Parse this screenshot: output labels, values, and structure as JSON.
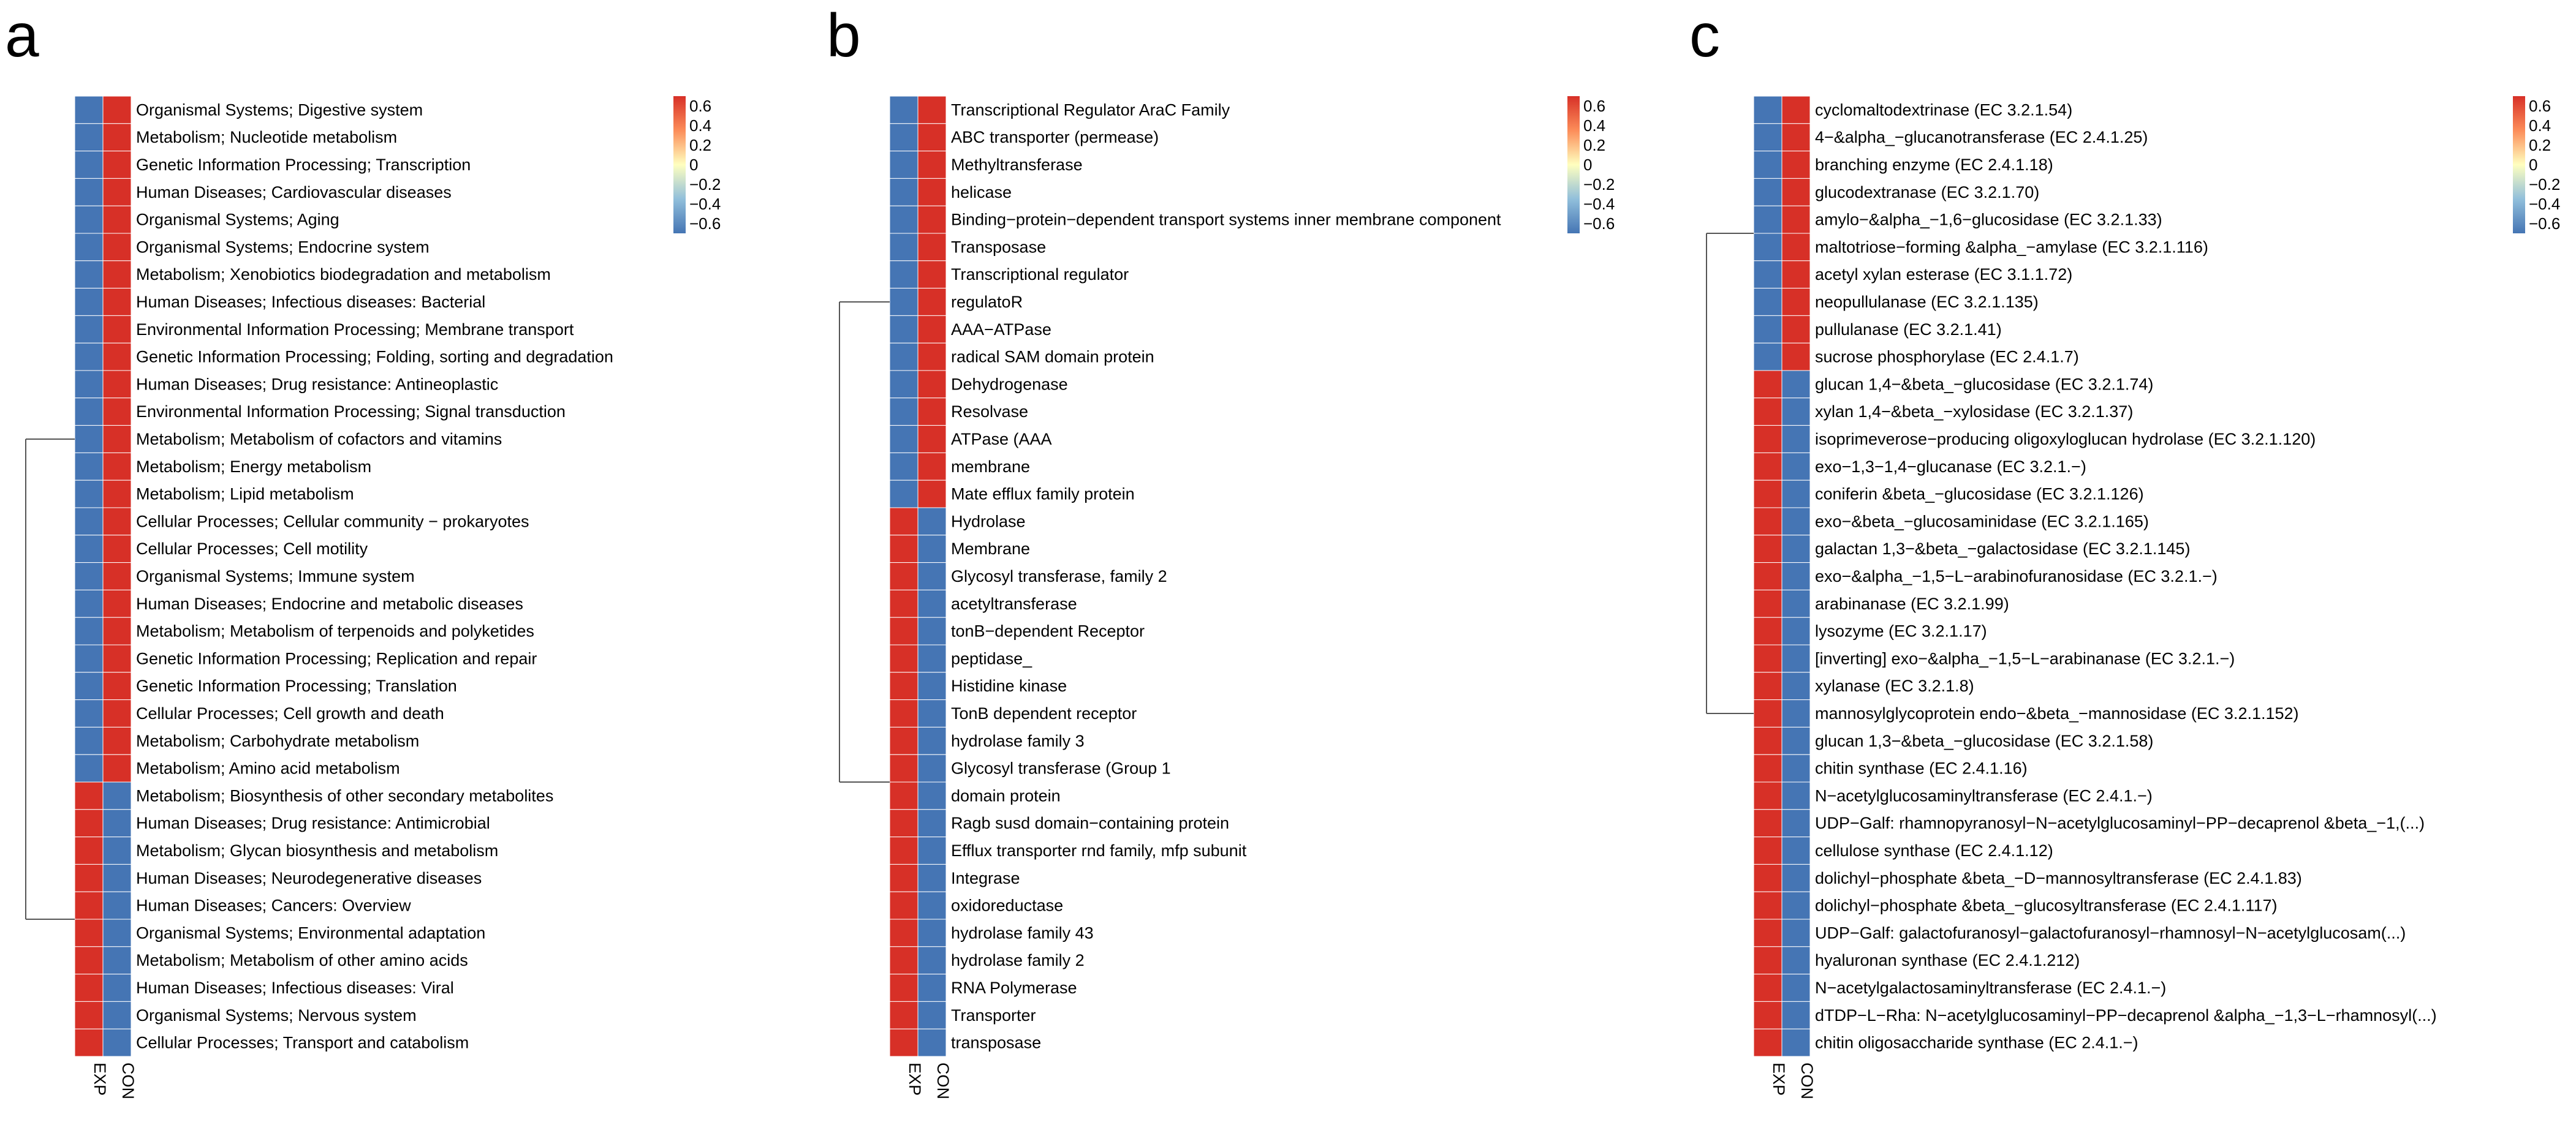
{
  "colors": {
    "high": "#D73027",
    "mid": "#FFFFBF",
    "low": "#4575B4",
    "dendrogram": "#555555",
    "text": "#000000"
  },
  "chart_data": [
    {
      "type": "heatmap",
      "panel_label": "a",
      "columns": [
        "EXP",
        "CON"
      ],
      "rows": [
        "Organismal Systems; Digestive system",
        "Metabolism; Nucleotide metabolism",
        "Genetic Information Processing; Transcription",
        "Human Diseases; Cardiovascular diseases",
        "Organismal Systems; Aging",
        "Organismal Systems; Endocrine system",
        "Metabolism; Xenobiotics biodegradation and metabolism",
        "Human Diseases; Infectious diseases: Bacterial",
        "Environmental Information Processing; Membrane transport",
        "Genetic Information Processing; Folding, sorting and degradation",
        "Human Diseases; Drug resistance: Antineoplastic",
        "Environmental Information Processing; Signal transduction",
        "Metabolism; Metabolism of cofactors and vitamins",
        "Metabolism; Energy metabolism",
        "Metabolism; Lipid metabolism",
        "Cellular Processes; Cellular community − prokaryotes",
        "Cellular Processes; Cell motility",
        "Organismal Systems; Immune system",
        "Human Diseases; Endocrine and metabolic diseases",
        "Metabolism; Metabolism of terpenoids and polyketides",
        "Genetic Information Processing; Replication and repair",
        "Genetic Information Processing; Translation",
        "Cellular Processes; Cell growth and death",
        "Metabolism; Carbohydrate metabolism",
        "Metabolism; Amino acid metabolism",
        "Metabolism; Biosynthesis of other secondary metabolites",
        "Human Diseases; Drug resistance: Antimicrobial",
        "Metabolism; Glycan biosynthesis and metabolism",
        "Human Diseases; Neurodegenerative diseases",
        "Human Diseases; Cancers: Overview",
        "Organismal Systems; Environmental adaptation",
        "Metabolism; Metabolism of other amino acids",
        "Human Diseases; Infectious diseases: Viral",
        "Organismal Systems; Nervous system",
        "Cellular Processes; Transport and catabolism"
      ],
      "values": [
        [
          -0.7,
          0.7
        ],
        [
          -0.7,
          0.7
        ],
        [
          -0.7,
          0.7
        ],
        [
          -0.7,
          0.7
        ],
        [
          -0.7,
          0.7
        ],
        [
          -0.7,
          0.7
        ],
        [
          -0.7,
          0.7
        ],
        [
          -0.7,
          0.7
        ],
        [
          -0.7,
          0.7
        ],
        [
          -0.7,
          0.7
        ],
        [
          -0.7,
          0.7
        ],
        [
          -0.7,
          0.7
        ],
        [
          -0.7,
          0.7
        ],
        [
          -0.7,
          0.7
        ],
        [
          -0.7,
          0.7
        ],
        [
          -0.7,
          0.7
        ],
        [
          -0.7,
          0.7
        ],
        [
          -0.7,
          0.7
        ],
        [
          -0.7,
          0.7
        ],
        [
          -0.7,
          0.7
        ],
        [
          -0.7,
          0.7
        ],
        [
          -0.7,
          0.7
        ],
        [
          -0.7,
          0.7
        ],
        [
          -0.7,
          0.7
        ],
        [
          -0.7,
          0.7
        ],
        [
          0.7,
          -0.7
        ],
        [
          0.7,
          -0.7
        ],
        [
          0.7,
          -0.7
        ],
        [
          0.7,
          -0.7
        ],
        [
          0.7,
          -0.7
        ],
        [
          0.7,
          -0.7
        ],
        [
          0.7,
          -0.7
        ],
        [
          0.7,
          -0.7
        ],
        [
          0.7,
          -0.7
        ],
        [
          0.7,
          -0.7
        ]
      ],
      "cluster_split_after_row": 25,
      "color_range": [
        -0.7,
        0.7
      ],
      "legend_ticks": [
        "0.6",
        "0.4",
        "0.2",
        "0",
        "−0.2",
        "−0.4",
        "−0.6"
      ],
      "legend_tick_values": [
        0.6,
        0.4,
        0.2,
        0,
        -0.2,
        -0.4,
        -0.6
      ]
    },
    {
      "type": "heatmap",
      "panel_label": "b",
      "columns": [
        "EXP",
        "CON"
      ],
      "rows": [
        "Transcriptional Regulator AraC Family",
        "ABC transporter (permease)",
        "Methyltransferase",
        "helicase",
        "Binding−protein−dependent transport systems inner membrane component",
        "Transposase",
        "Transcriptional regulator",
        "regulatoR",
        "AAA−ATPase",
        "radical SAM domain protein",
        "Dehydrogenase",
        "Resolvase",
        "ATPase (AAA",
        "membrane",
        "Mate efflux family protein",
        "Hydrolase",
        "Membrane",
        "Glycosyl transferase, family 2",
        "acetyltransferase",
        "tonB−dependent Receptor",
        "peptidase_",
        "Histidine kinase",
        "TonB dependent receptor",
        "hydrolase family 3",
        "Glycosyl transferase (Group 1",
        "domain protein",
        "Ragb susd domain−containing protein",
        "Efflux transporter rnd family, mfp subunit",
        "Integrase",
        "oxidoreductase",
        "hydrolase family 43",
        "hydrolase family 2",
        "RNA Polymerase",
        "Transporter",
        "transposase"
      ],
      "values": [
        [
          -0.7,
          0.7
        ],
        [
          -0.7,
          0.7
        ],
        [
          -0.7,
          0.7
        ],
        [
          -0.7,
          0.7
        ],
        [
          -0.7,
          0.7
        ],
        [
          -0.7,
          0.7
        ],
        [
          -0.7,
          0.7
        ],
        [
          -0.7,
          0.7
        ],
        [
          -0.7,
          0.7
        ],
        [
          -0.7,
          0.7
        ],
        [
          -0.7,
          0.7
        ],
        [
          -0.7,
          0.7
        ],
        [
          -0.7,
          0.7
        ],
        [
          -0.7,
          0.7
        ],
        [
          -0.7,
          0.7
        ],
        [
          0.7,
          -0.7
        ],
        [
          0.7,
          -0.7
        ],
        [
          0.7,
          -0.7
        ],
        [
          0.7,
          -0.7
        ],
        [
          0.7,
          -0.7
        ],
        [
          0.7,
          -0.7
        ],
        [
          0.7,
          -0.7
        ],
        [
          0.7,
          -0.7
        ],
        [
          0.7,
          -0.7
        ],
        [
          0.7,
          -0.7
        ],
        [
          0.7,
          -0.7
        ],
        [
          0.7,
          -0.7
        ],
        [
          0.7,
          -0.7
        ],
        [
          0.7,
          -0.7
        ],
        [
          0.7,
          -0.7
        ],
        [
          0.7,
          -0.7
        ],
        [
          0.7,
          -0.7
        ],
        [
          0.7,
          -0.7
        ],
        [
          0.7,
          -0.7
        ],
        [
          0.7,
          -0.7
        ]
      ],
      "cluster_split_after_row": 15,
      "color_range": [
        -0.7,
        0.7
      ],
      "legend_ticks": [
        "0.6",
        "0.4",
        "0.2",
        "0",
        "−0.2",
        "−0.4",
        "−0.6"
      ],
      "legend_tick_values": [
        0.6,
        0.4,
        0.2,
        0,
        -0.2,
        -0.4,
        -0.6
      ]
    },
    {
      "type": "heatmap",
      "panel_label": "c",
      "columns": [
        "EXP",
        "CON"
      ],
      "rows": [
        "cyclomaltodextrinase (EC 3.2.1.54)",
        "4−&alpha_−glucanotransferase (EC 2.4.1.25)",
        "branching enzyme (EC 2.4.1.18)",
        "glucodextranase (EC 3.2.1.70)",
        "amylo−&alpha_−1,6−glucosidase (EC 3.2.1.33)",
        "maltotriose−forming &alpha_−amylase (EC 3.2.1.116)",
        "acetyl xylan esterase (EC 3.1.1.72)",
        "neopullulanase (EC 3.2.1.135)",
        "pullulanase (EC 3.2.1.41)",
        "sucrose phosphorylase (EC 2.4.1.7)",
        "glucan 1,4−&beta_−glucosidase (EC 3.2.1.74)",
        "xylan 1,4−&beta_−xylosidase (EC 3.2.1.37)",
        "isoprimeverose−producing oligoxyloglucan hydrolase (EC 3.2.1.120)",
        "exo−1,3−1,4−glucanase (EC 3.2.1.−)",
        "coniferin &beta_−glucosidase (EC 3.2.1.126)",
        "exo−&beta_−glucosaminidase (EC 3.2.1.165)",
        "galactan 1,3−&beta_−galactosidase (EC 3.2.1.145)",
        "exo−&alpha_−1,5−L−arabinofuranosidase (EC 3.2.1.−)",
        "arabinanase (EC 3.2.1.99)",
        "lysozyme (EC 3.2.1.17)",
        "[inverting] exo−&alpha_−1,5−L−arabinanase (EC 3.2.1.−)",
        "xylanase (EC 3.2.1.8)",
        "mannosylglycoprotein endo−&beta_−mannosidase (EC 3.2.1.152)",
        "glucan 1,3−&beta_−glucosidase (EC 3.2.1.58)",
        "chitin synthase (EC 2.4.1.16)",
        "N−acetylglucosaminyltransferase (EC 2.4.1.−)",
        "UDP−Galf: rhamnopyranosyl−N−acetylglucosaminyl−PP−decaprenol &beta_−1,(...)",
        "cellulose synthase (EC 2.4.1.12)",
        "dolichyl−phosphate &beta_−D−mannosyltransferase (EC 2.4.1.83)",
        "dolichyl−phosphate &beta_−glucosyltransferase (EC 2.4.1.117)",
        "UDP−Galf: galactofuranosyl−galactofuranosyl−rhamnosyl−N−acetylglucosam(...)",
        "hyaluronan synthase (EC 2.4.1.212)",
        "N−acetylgalactosaminyltransferase (EC 2.4.1.−)",
        "dTDP−L−Rha: N−acetylglucosaminyl−PP−decaprenol &alpha_−1,3−L−rhamnosyl(...)",
        "chitin oligosaccharide synthase (EC 2.4.1.−)"
      ],
      "values": [
        [
          -0.7,
          0.7
        ],
        [
          -0.7,
          0.7
        ],
        [
          -0.7,
          0.7
        ],
        [
          -0.7,
          0.7
        ],
        [
          -0.7,
          0.7
        ],
        [
          -0.7,
          0.7
        ],
        [
          -0.7,
          0.7
        ],
        [
          -0.7,
          0.7
        ],
        [
          -0.7,
          0.7
        ],
        [
          -0.7,
          0.7
        ],
        [
          0.7,
          -0.7
        ],
        [
          0.7,
          -0.7
        ],
        [
          0.7,
          -0.7
        ],
        [
          0.7,
          -0.7
        ],
        [
          0.7,
          -0.7
        ],
        [
          0.7,
          -0.7
        ],
        [
          0.7,
          -0.7
        ],
        [
          0.7,
          -0.7
        ],
        [
          0.7,
          -0.7
        ],
        [
          0.7,
          -0.7
        ],
        [
          0.7,
          -0.7
        ],
        [
          0.7,
          -0.7
        ],
        [
          0.7,
          -0.7
        ],
        [
          0.7,
          -0.7
        ],
        [
          0.7,
          -0.7
        ],
        [
          0.7,
          -0.7
        ],
        [
          0.7,
          -0.7
        ],
        [
          0.7,
          -0.7
        ],
        [
          0.7,
          -0.7
        ],
        [
          0.7,
          -0.7
        ],
        [
          0.7,
          -0.7
        ],
        [
          0.7,
          -0.7
        ],
        [
          0.7,
          -0.7
        ],
        [
          0.7,
          -0.7
        ],
        [
          0.7,
          -0.7
        ]
      ],
      "cluster_split_after_row": 10,
      "color_range": [
        -0.7,
        0.7
      ],
      "legend_ticks": [
        "0.6",
        "0.4",
        "0.2",
        "0",
        "−0.2",
        "−0.4",
        "−0.6"
      ],
      "legend_tick_values": [
        0.6,
        0.4,
        0.2,
        0,
        -0.2,
        -0.4,
        -0.6
      ]
    }
  ]
}
